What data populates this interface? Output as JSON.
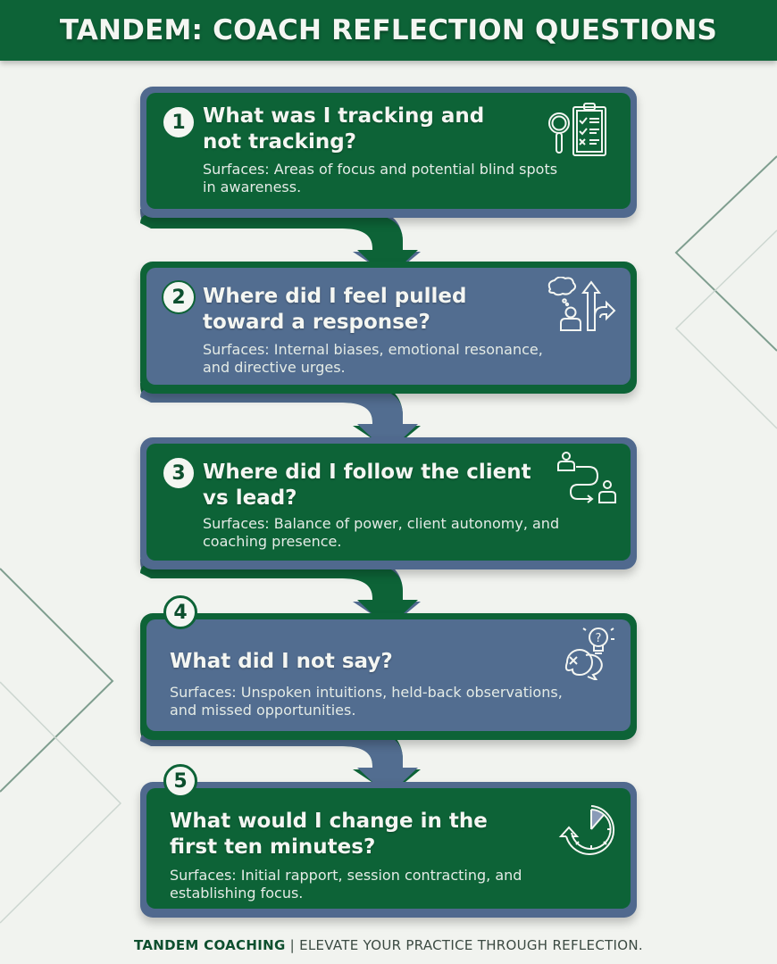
{
  "header": {
    "title": "TANDEM: COACH REFLECTION QUESTIONS"
  },
  "colors": {
    "green": "#0d6337",
    "slate_blue": "#526d90",
    "background": "#f1f3ef",
    "text_light": "#f4f6f2"
  },
  "cards": [
    {
      "number": "1",
      "title_line1": "What was I tracking and",
      "title_line2": "not tracking?",
      "desc_line1": "Surfaces: Areas of focus and potential blind spots",
      "desc_line2": "in awareness.",
      "icon": "magnifier-checklist-icon",
      "theme": "green"
    },
    {
      "number": "2",
      "title_line1": "Where did I feel pulled",
      "title_line2": "toward a response?",
      "desc_line1": "Surfaces: Internal biases, emotional resonance,",
      "desc_line2": "and directive urges.",
      "icon": "person-thought-fork-arrows-icon",
      "theme": "blue"
    },
    {
      "number": "3",
      "title_line1": "Where did I follow the client",
      "title_line2": "vs lead?",
      "desc_line1": "Surfaces: Balance of power, client autonomy, and",
      "desc_line2": "coaching presence.",
      "icon": "two-people-path-icon",
      "theme": "green"
    },
    {
      "number": "4",
      "title_line1": "What did I not say?",
      "desc_line1": "Surfaces: Unspoken intuitions, held-back observations,",
      "desc_line2": "and missed opportunities.",
      "icon": "speech-bubble-lightbulb-icon",
      "theme": "blue"
    },
    {
      "number": "5",
      "title_line1": "What would I change in the",
      "title_line2": "first ten minutes?",
      "desc_line1": "Surfaces: Initial rapport, session contracting, and",
      "desc_line2": "establishing focus.",
      "icon": "stopwatch-rewind-icon",
      "theme": "green"
    }
  ],
  "footer": {
    "brand": "TANDEM COACHING",
    "separator": " | ",
    "tagline": "ELEVATE YOUR PRACTICE THROUGH REFLECTION."
  }
}
